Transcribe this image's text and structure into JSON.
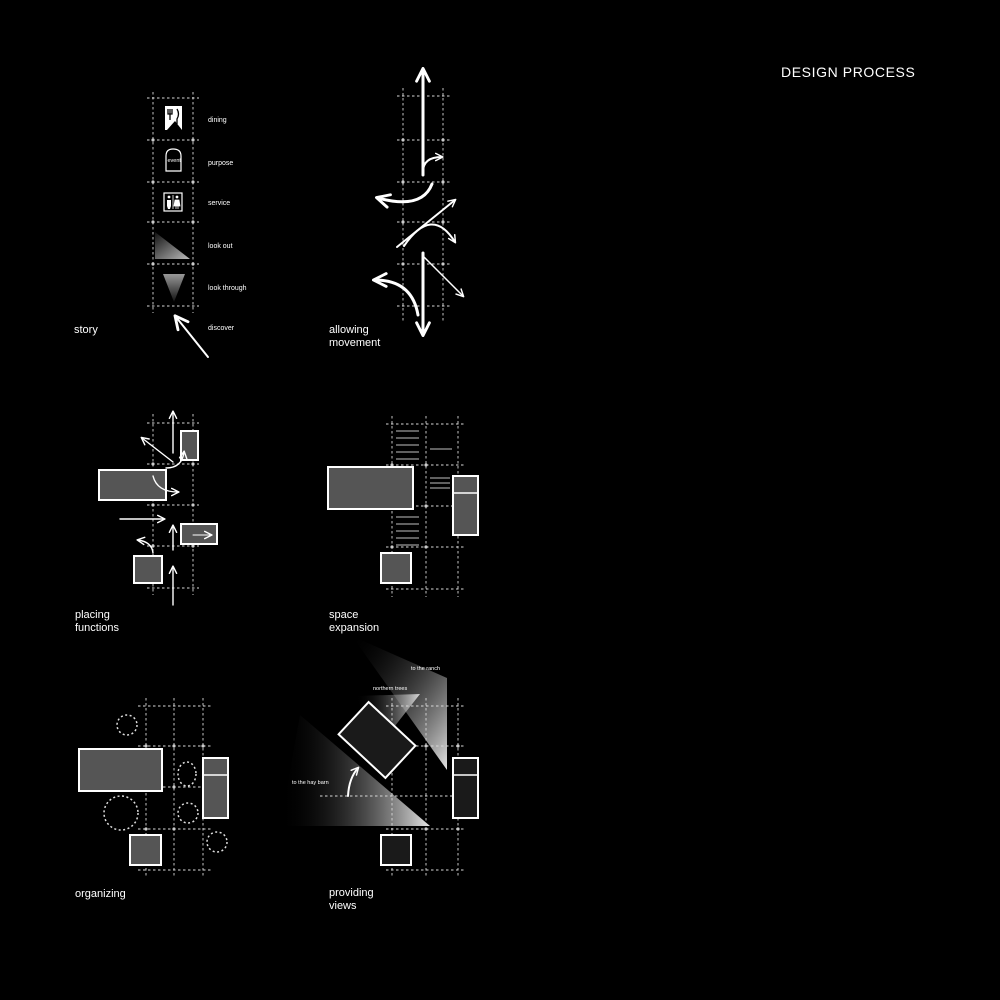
{
  "title": "DESIGN PROCESS",
  "panels": {
    "story": {
      "label": "story",
      "items": [
        "dining",
        "purpose",
        "service",
        "look out",
        "look through",
        "discover"
      ],
      "purpose_icon_text": "event"
    },
    "movement": {
      "label": "allowing\nmovement"
    },
    "functions": {
      "label": "placing\nfunctions"
    },
    "expansion": {
      "label": "space\nexpansion"
    },
    "organizing": {
      "label": "organizing"
    },
    "views": {
      "label": "providing\nviews",
      "annotations": [
        "to the ranch",
        "northern trees",
        "to the hay barn"
      ]
    }
  }
}
